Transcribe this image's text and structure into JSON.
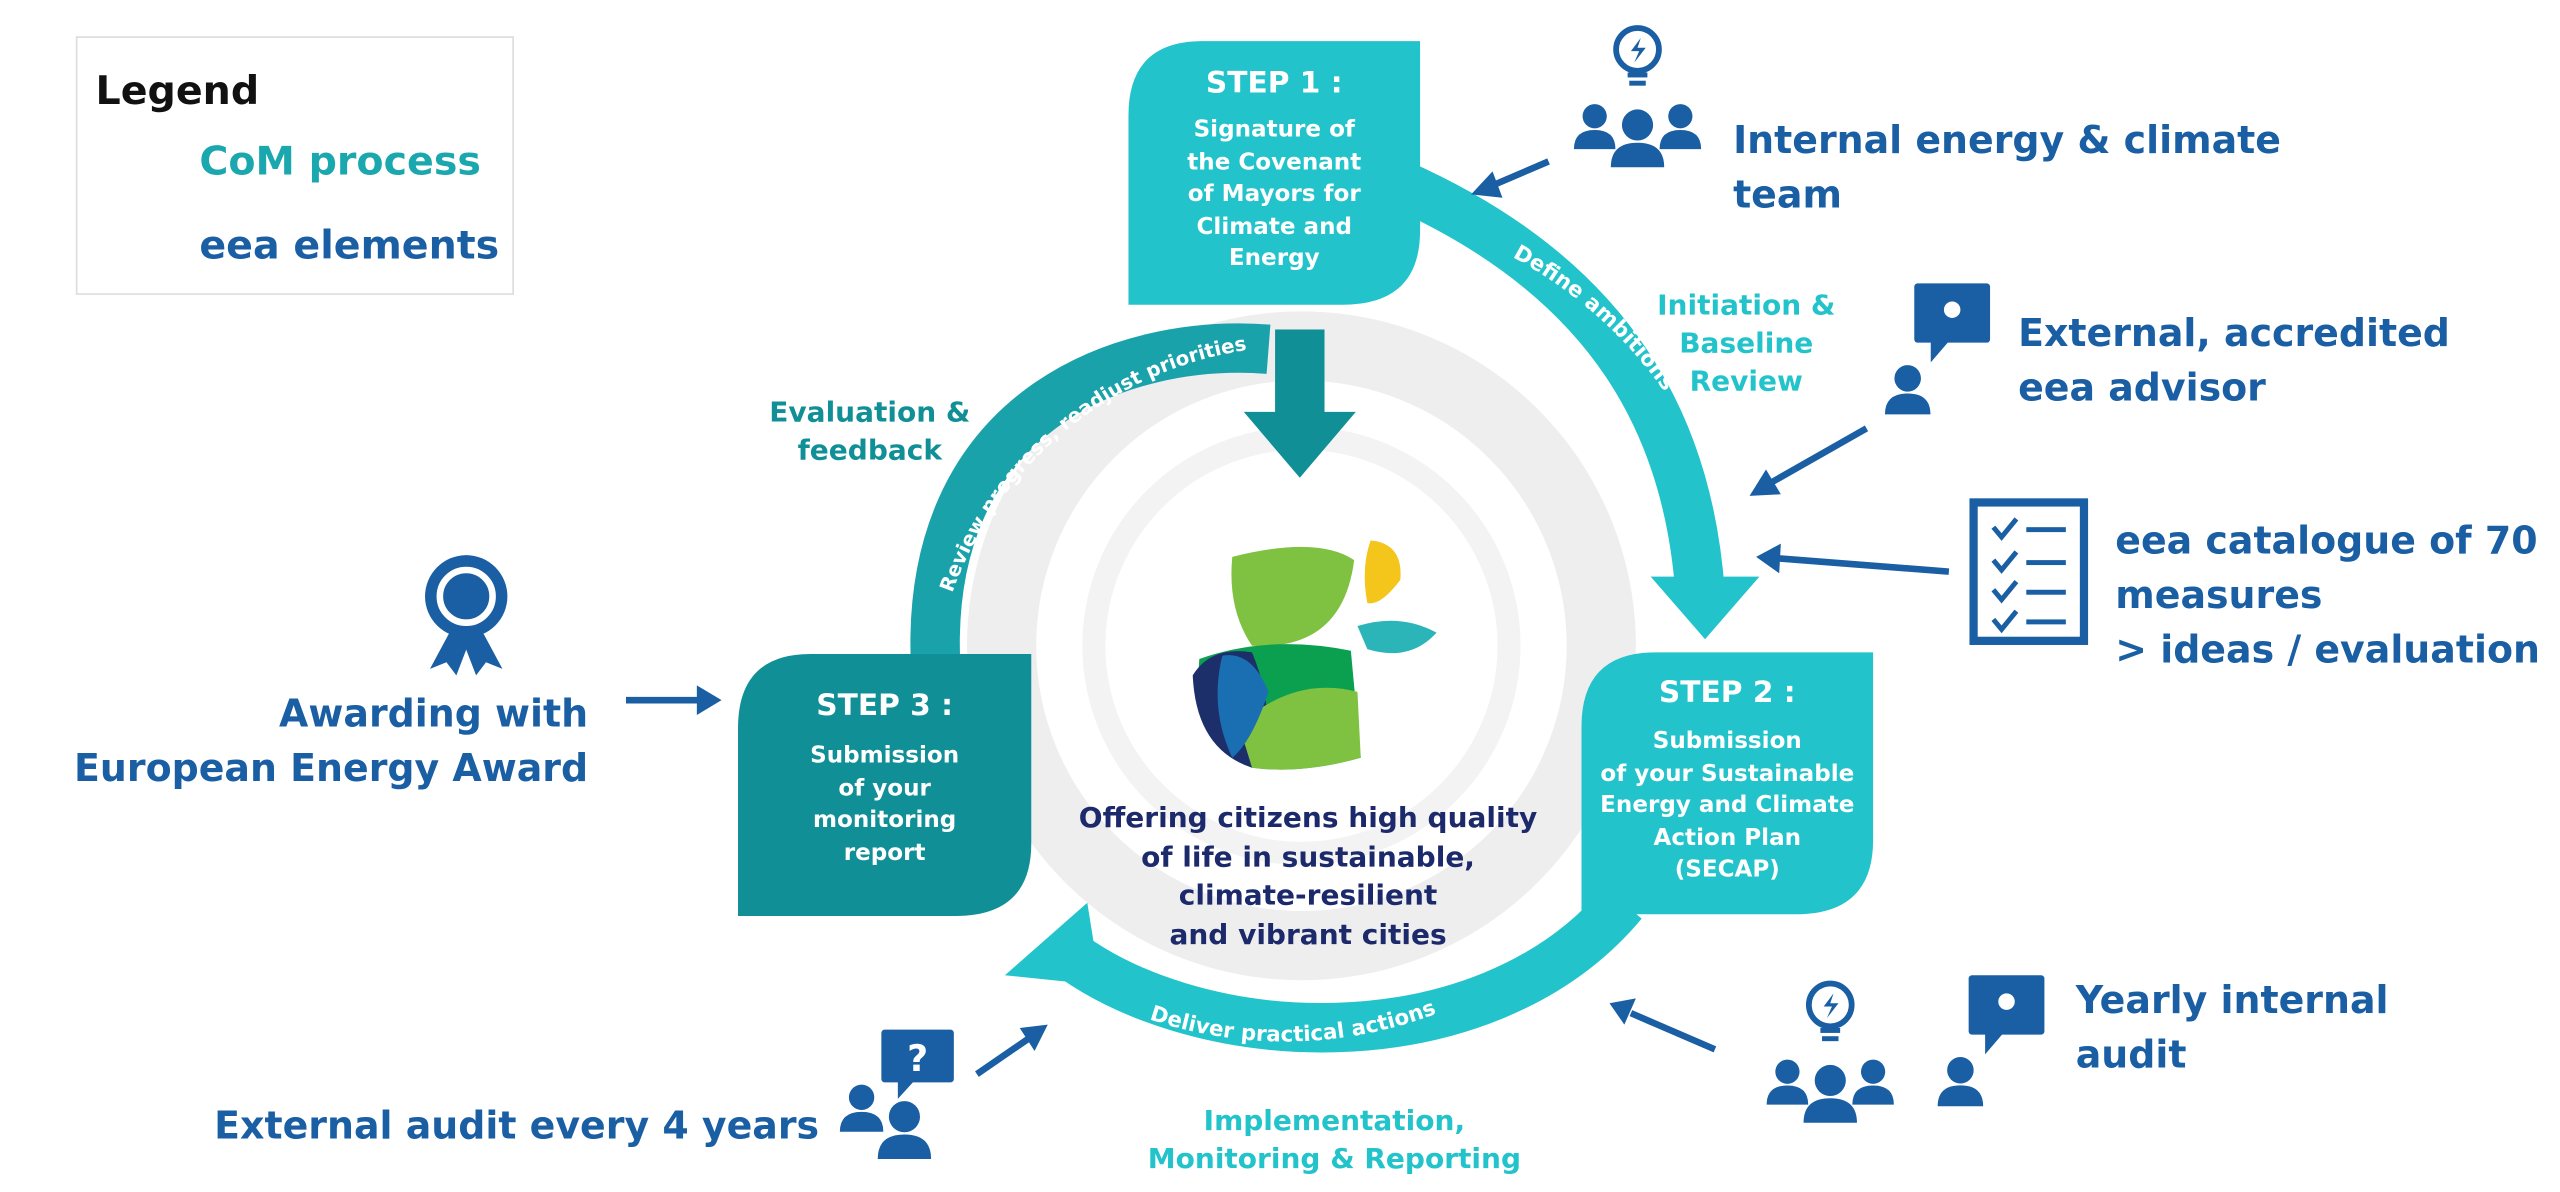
{
  "legend": {
    "title": "Legend",
    "items": [
      {
        "label": "CoM process",
        "color": "#1fc1c8"
      },
      {
        "label": "eea elements",
        "color": "#1a5ea3"
      }
    ]
  },
  "steps": [
    {
      "title": "STEP 1 :",
      "lines": [
        "Signature of",
        "the Covenant",
        "of Mayors for",
        "Climate and",
        "Energy"
      ]
    },
    {
      "title": "STEP 2 :",
      "lines": [
        "Submission",
        "of your Sustainable",
        "Energy and Climate",
        "Action Plan",
        "(SECAP)"
      ]
    },
    {
      "title": "STEP 3 :",
      "lines": [
        "Submission",
        "of your",
        "monitoring",
        "report"
      ]
    }
  ],
  "arc_labels": {
    "define": "Define ambitions",
    "deliver": "Deliver practical actions",
    "review": "Review progress, readjust priorities"
  },
  "phases": {
    "initiation": [
      "Initiation &",
      "Baseline",
      "Review"
    ],
    "evaluation": [
      "Evaluation &",
      "feedback"
    ],
    "implementation": [
      "Implementation,",
      "Monitoring & Reporting"
    ]
  },
  "center_text": [
    "Offering citizens high quality",
    "of life in sustainable,",
    "climate-resilient",
    "and vibrant cities"
  ],
  "eea_elements": {
    "team": [
      "Internal energy & climate",
      "team"
    ],
    "advisor": [
      "External, accredited",
      "eea advisor"
    ],
    "catalogue": [
      "eea catalogue of  70",
      "measures",
      "> ideas / evaluation"
    ],
    "yearly_audit": [
      "Yearly internal",
      "audit"
    ],
    "external_audit": "External audit every 4 years",
    "award": [
      "Awarding with",
      "European Energy Award"
    ]
  },
  "colors": {
    "com_process": "#1fc1c8",
    "com_dark": "#108f96",
    "eea": "#1a5ea3",
    "center_text": "#1c2a6b",
    "ring": "#eeeeee"
  },
  "icons": [
    "people-group-icon",
    "lightbulb-icon",
    "advisor-icon",
    "checklist-icon",
    "rosette-icon",
    "question-icon",
    "arrow-icon"
  ]
}
